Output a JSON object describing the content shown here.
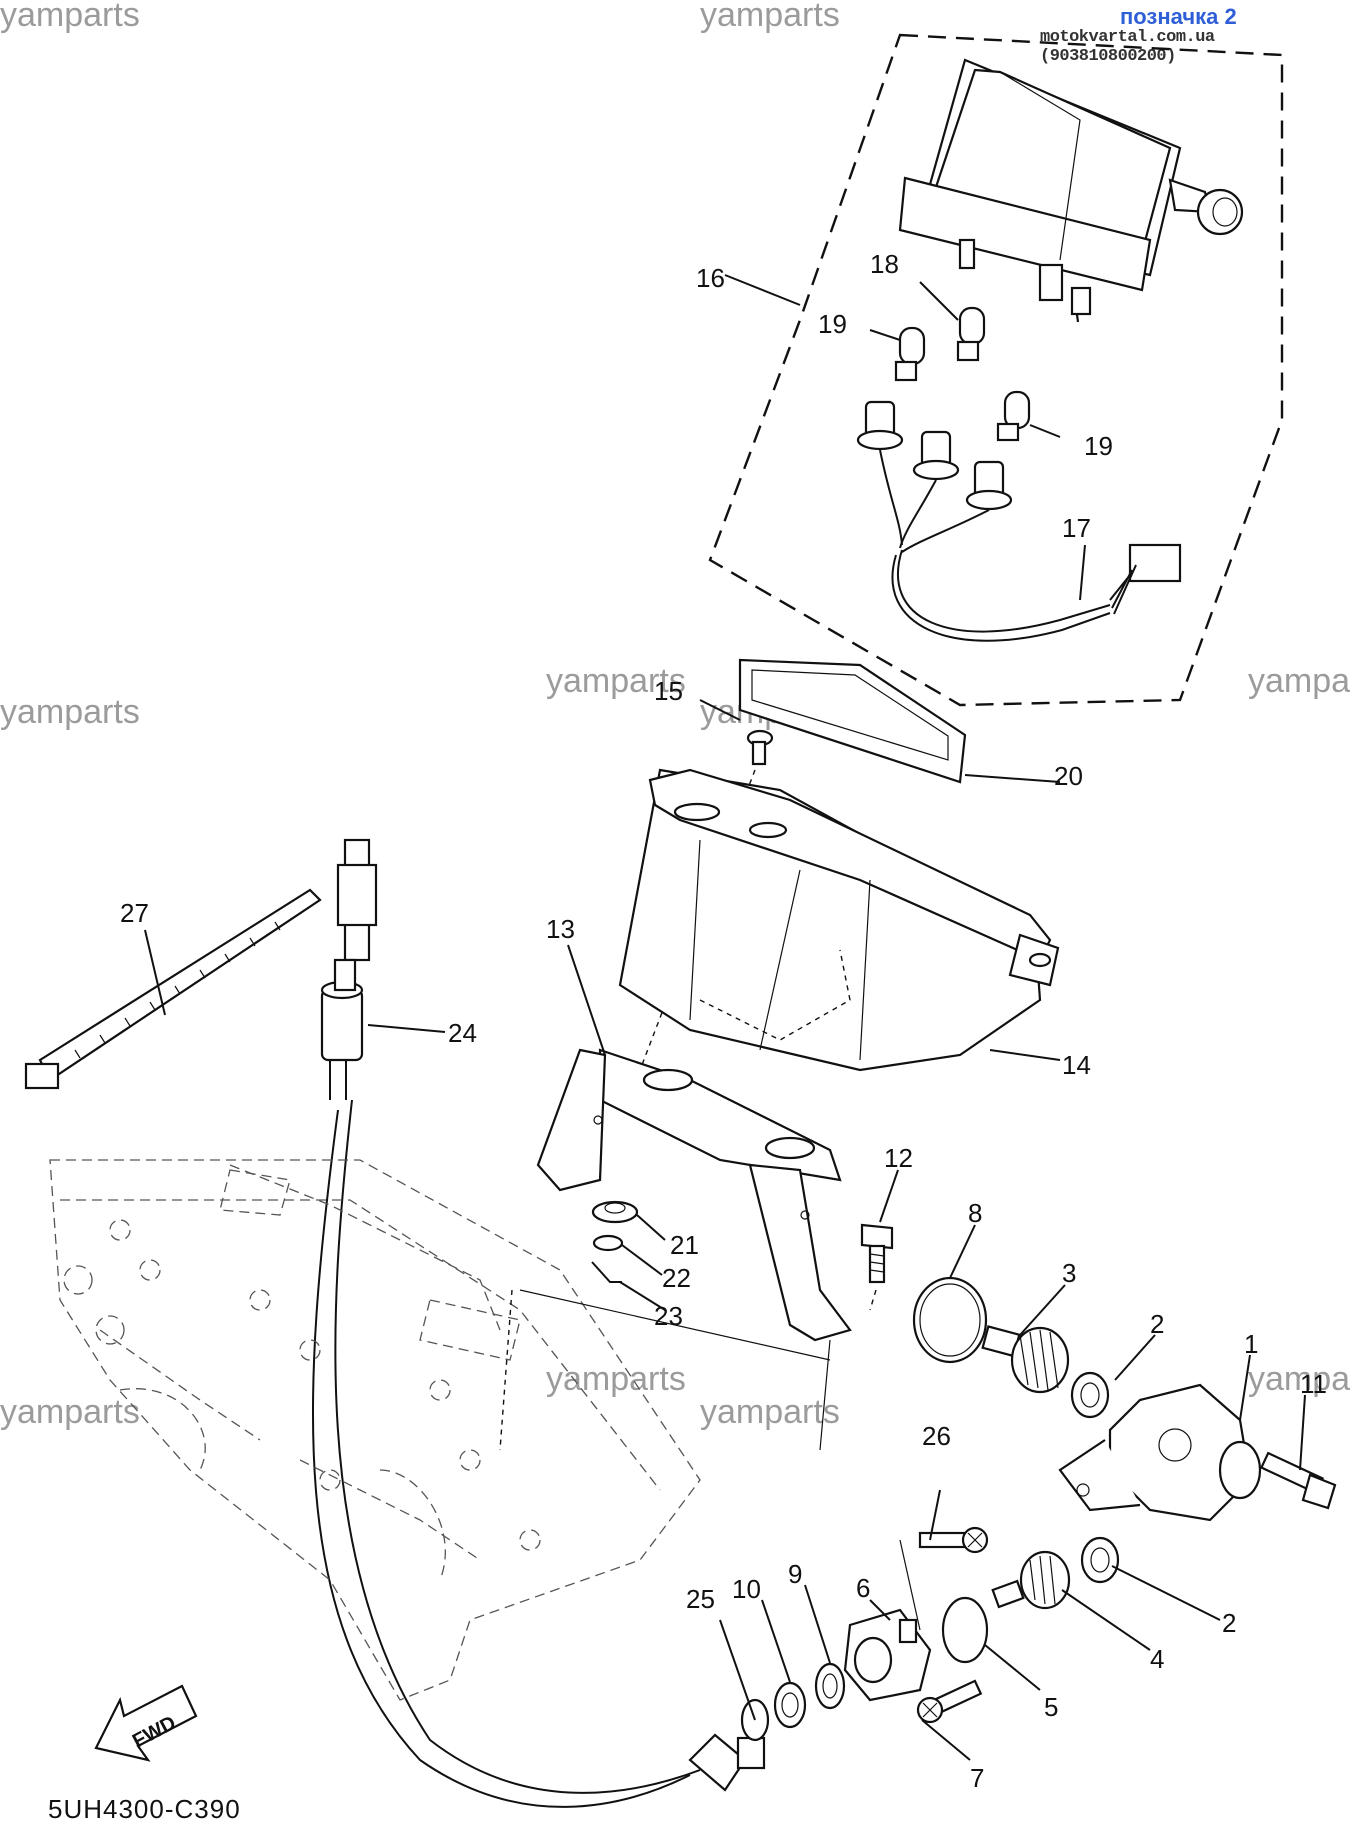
{
  "watermarks": [
    "yamparts",
    "yamparts",
    "yamparts",
    "yamparts",
    "yampa",
    "yamparts",
    "yamparts",
    "yamparts",
    "yamparts",
    "yampa"
  ],
  "badge": {
    "title": "позначка 2",
    "subtitle": "motokvartal.com.ua (903810800200)"
  },
  "diagram_code": "5UH4300-C390",
  "fwd_label": "FWD",
  "callouts": [
    "1",
    "2",
    "2",
    "3",
    "4",
    "5",
    "6",
    "7",
    "8",
    "9",
    "10",
    "11",
    "12",
    "13",
    "14",
    "15",
    "16",
    "17",
    "18",
    "19",
    "19",
    "20",
    "21",
    "22",
    "23",
    "24",
    "25",
    "26",
    "27"
  ]
}
